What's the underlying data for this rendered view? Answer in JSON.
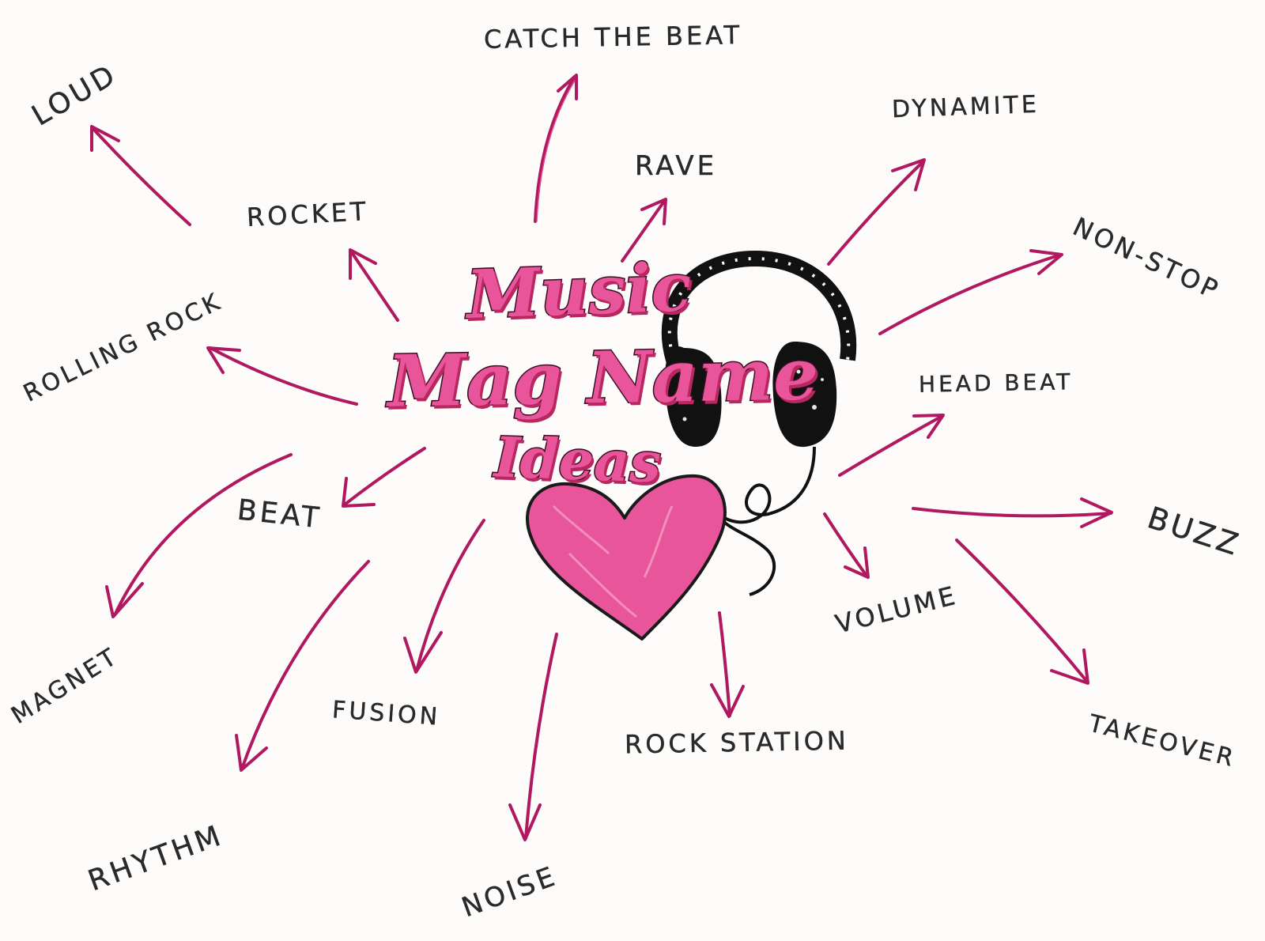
{
  "title": {
    "line1": "Music",
    "line2": "Mag Name",
    "line3": "Ideas"
  },
  "words": {
    "catch_the_beat": "CATCH THE BEAT",
    "loud": "LOUD",
    "rave": "RAVE",
    "dynamite": "DYNAMITE",
    "rocket": "ROCKET",
    "non_stop": "NON-STOP",
    "rolling_rock": "ROLLING ROCK",
    "head_beat": "HEAD BEAT",
    "beat": "BEAT",
    "buzz": "BUZZ",
    "volume": "VOLUME",
    "magnet": "MAGNET",
    "fusion": "FUSION",
    "rock_station": "ROCK STATION",
    "takeover": "TAKEOVER",
    "rhythm": "RHYTHM",
    "noise": "NOISE"
  },
  "colors": {
    "arrow": "#b01860",
    "arrow_light": "#e0508f",
    "pen": "#2a2a2a",
    "heart": "#e8559a",
    "headphones": "#111111",
    "background": "#fdfcfb"
  },
  "icons": {
    "headphones": "headphones-icon",
    "heart": "heart-icon"
  }
}
